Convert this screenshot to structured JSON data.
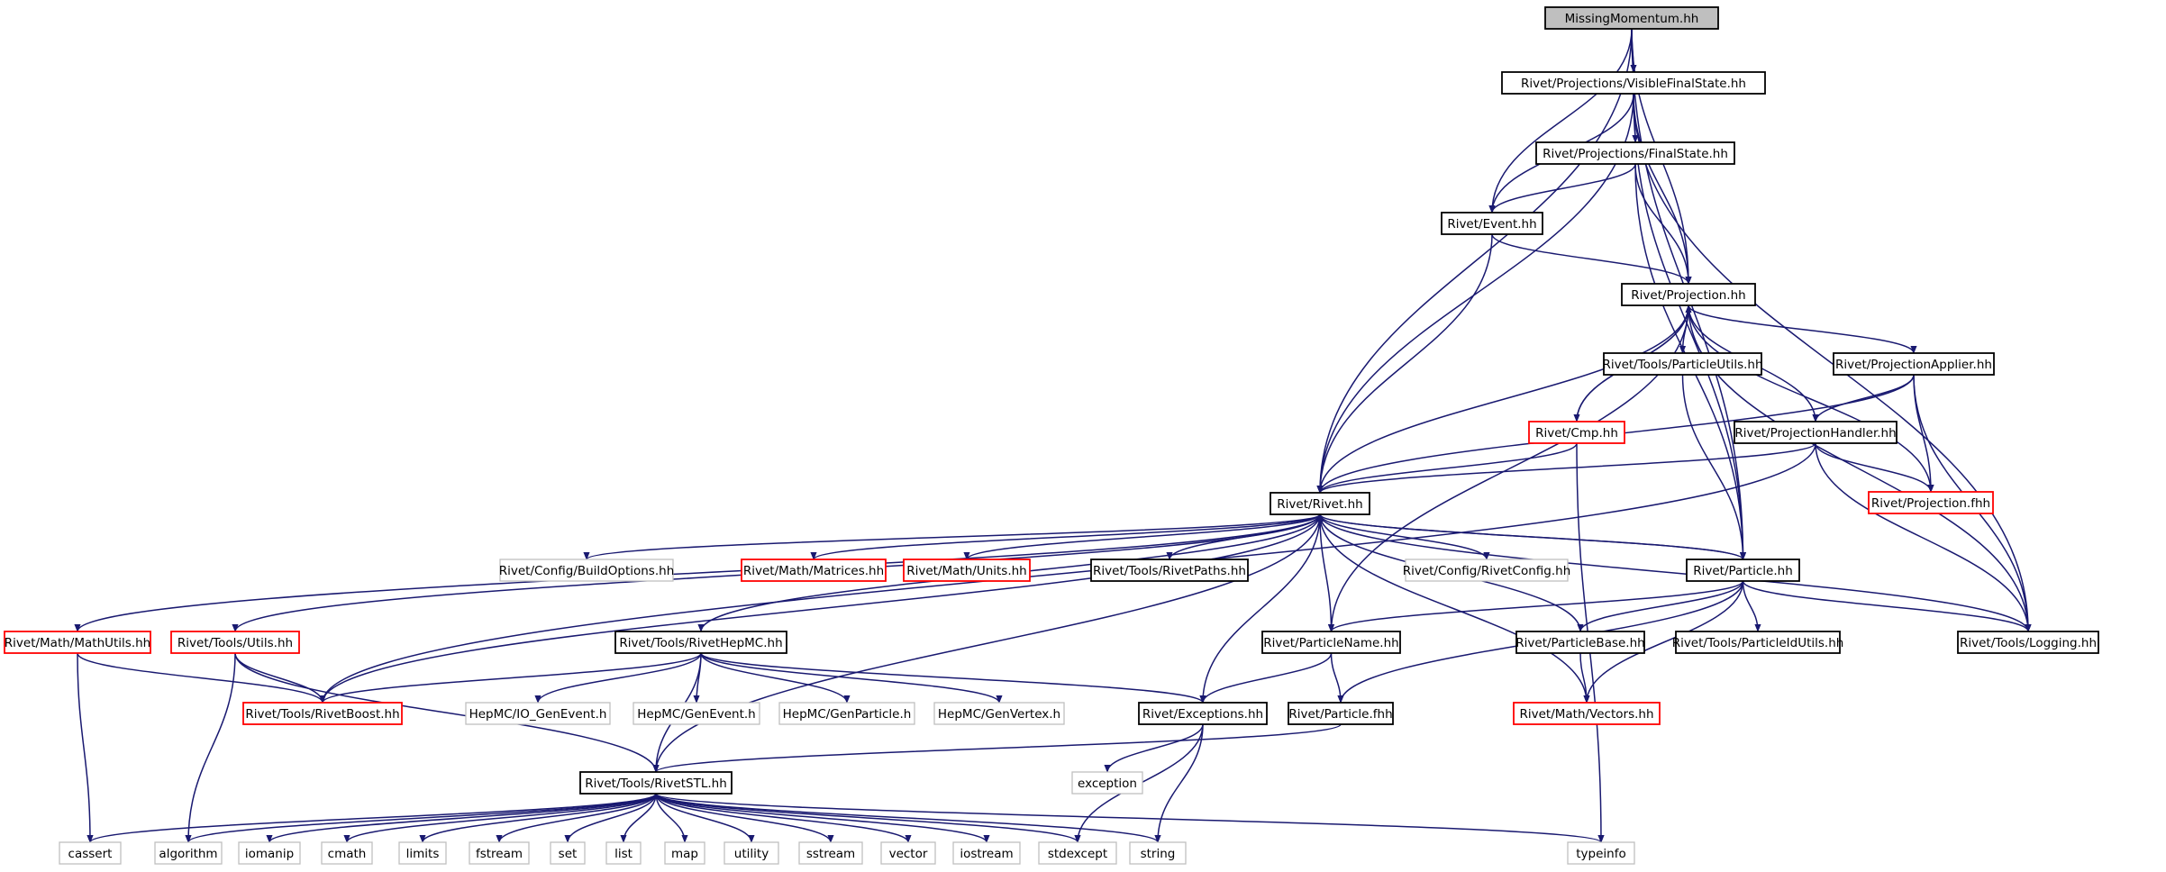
{
  "colors": {
    "edge": "#191970",
    "external": "#ff0000",
    "system": "#bfbfbf",
    "root_fill": "#bfbfbf"
  },
  "nodes": [
    {
      "id": "root",
      "label": "MissingMomentum.hh",
      "style": "root"
    },
    {
      "id": "vfs",
      "label": "Rivet/Projections/VisibleFinalState.hh",
      "style": "black"
    },
    {
      "id": "fs",
      "label": "Rivet/Projections/FinalState.hh",
      "style": "black"
    },
    {
      "id": "event",
      "label": "Rivet/Event.hh",
      "style": "black"
    },
    {
      "id": "proj",
      "label": "Rivet/Projection.hh",
      "style": "black"
    },
    {
      "id": "putils",
      "label": "Rivet/Tools/ParticleUtils.hh",
      "style": "black"
    },
    {
      "id": "papplier",
      "label": "Rivet/ProjectionApplier.hh",
      "style": "black"
    },
    {
      "id": "cmp",
      "label": "Rivet/Cmp.hh",
      "style": "red"
    },
    {
      "id": "phandler",
      "label": "Rivet/ProjectionHandler.hh",
      "style": "black"
    },
    {
      "id": "projfhh",
      "label": "Rivet/Projection.fhh",
      "style": "red"
    },
    {
      "id": "rivet",
      "label": "Rivet/Rivet.hh",
      "style": "black"
    },
    {
      "id": "buildopts",
      "label": "Rivet/Config/BuildOptions.hh",
      "style": "gray"
    },
    {
      "id": "matrices",
      "label": "Rivet/Math/Matrices.hh",
      "style": "red"
    },
    {
      "id": "units",
      "label": "Rivet/Math/Units.hh",
      "style": "red"
    },
    {
      "id": "rivetpaths",
      "label": "Rivet/Tools/RivetPaths.hh",
      "style": "black"
    },
    {
      "id": "rivetconfig",
      "label": "Rivet/Config/RivetConfig.hh",
      "style": "gray"
    },
    {
      "id": "particle",
      "label": "Rivet/Particle.hh",
      "style": "black"
    },
    {
      "id": "mathutils",
      "label": "Rivet/Math/MathUtils.hh",
      "style": "red"
    },
    {
      "id": "utils",
      "label": "Rivet/Tools/Utils.hh",
      "style": "red"
    },
    {
      "id": "hepmc",
      "label": "Rivet/Tools/RivetHepMC.hh",
      "style": "black"
    },
    {
      "id": "pname",
      "label": "Rivet/ParticleName.hh",
      "style": "black"
    },
    {
      "id": "pbase",
      "label": "Rivet/ParticleBase.hh",
      "style": "black"
    },
    {
      "id": "pidutils",
      "label": "Rivet/Tools/ParticleIdUtils.hh",
      "style": "black"
    },
    {
      "id": "logging",
      "label": "Rivet/Tools/Logging.hh",
      "style": "black"
    },
    {
      "id": "boost",
      "label": "Rivet/Tools/RivetBoost.hh",
      "style": "red"
    },
    {
      "id": "iogenevent",
      "label": "HepMC/IO_GenEvent.h",
      "style": "gray"
    },
    {
      "id": "genevent",
      "label": "HepMC/GenEvent.h",
      "style": "gray"
    },
    {
      "id": "genparticle",
      "label": "HepMC/GenParticle.h",
      "style": "gray"
    },
    {
      "id": "genvertex",
      "label": "HepMC/GenVertex.h",
      "style": "gray"
    },
    {
      "id": "exceptions",
      "label": "Rivet/Exceptions.hh",
      "style": "black"
    },
    {
      "id": "pfhh",
      "label": "Rivet/Particle.fhh",
      "style": "black"
    },
    {
      "id": "vectors",
      "label": "Rivet/Math/Vectors.hh",
      "style": "red"
    },
    {
      "id": "exception",
      "label": "exception",
      "style": "gray"
    },
    {
      "id": "stl",
      "label": "Rivet/Tools/RivetSTL.hh",
      "style": "black"
    },
    {
      "id": "cassert",
      "label": "cassert",
      "style": "gray"
    },
    {
      "id": "algorithm",
      "label": "algorithm",
      "style": "gray"
    },
    {
      "id": "iomanip",
      "label": "iomanip",
      "style": "gray"
    },
    {
      "id": "cmath",
      "label": "cmath",
      "style": "gray"
    },
    {
      "id": "limits",
      "label": "limits",
      "style": "gray"
    },
    {
      "id": "fstream",
      "label": "fstream",
      "style": "gray"
    },
    {
      "id": "set",
      "label": "set",
      "style": "gray"
    },
    {
      "id": "list",
      "label": "list",
      "style": "gray"
    },
    {
      "id": "map",
      "label": "map",
      "style": "gray"
    },
    {
      "id": "utility",
      "label": "utility",
      "style": "gray"
    },
    {
      "id": "sstream",
      "label": "sstream",
      "style": "gray"
    },
    {
      "id": "vector",
      "label": "vector",
      "style": "gray"
    },
    {
      "id": "iostream",
      "label": "iostream",
      "style": "gray"
    },
    {
      "id": "stdexcept",
      "label": "stdexcept",
      "style": "gray"
    },
    {
      "id": "string",
      "label": "string",
      "style": "gray"
    },
    {
      "id": "typeinfo",
      "label": "typeinfo",
      "style": "gray"
    }
  ],
  "edges": [
    [
      "root",
      "vfs"
    ],
    [
      "root",
      "event"
    ],
    [
      "root",
      "proj"
    ],
    [
      "root",
      "rivet"
    ],
    [
      "root",
      "particle"
    ],
    [
      "vfs",
      "fs"
    ],
    [
      "vfs",
      "event"
    ],
    [
      "vfs",
      "proj"
    ],
    [
      "vfs",
      "rivet"
    ],
    [
      "vfs",
      "particle"
    ],
    [
      "vfs",
      "logging"
    ],
    [
      "fs",
      "event"
    ],
    [
      "fs",
      "proj"
    ],
    [
      "fs",
      "particle"
    ],
    [
      "event",
      "proj"
    ],
    [
      "event",
      "rivet"
    ],
    [
      "proj",
      "putils"
    ],
    [
      "proj",
      "papplier"
    ],
    [
      "proj",
      "cmp"
    ],
    [
      "proj",
      "phandler"
    ],
    [
      "proj",
      "projfhh"
    ],
    [
      "proj",
      "rivet"
    ],
    [
      "proj",
      "logging"
    ],
    [
      "proj",
      "pname"
    ],
    [
      "cmp",
      "proj"
    ],
    [
      "cmp",
      "rivet"
    ],
    [
      "cmp",
      "typeinfo"
    ],
    [
      "papplier",
      "phandler"
    ],
    [
      "papplier",
      "projfhh"
    ],
    [
      "papplier",
      "rivet"
    ],
    [
      "papplier",
      "logging"
    ],
    [
      "phandler",
      "projfhh"
    ],
    [
      "phandler",
      "rivet"
    ],
    [
      "phandler",
      "logging"
    ],
    [
      "phandler",
      "boost"
    ],
    [
      "putils",
      "particle"
    ],
    [
      "rivet",
      "buildopts"
    ],
    [
      "rivet",
      "matrices"
    ],
    [
      "rivet",
      "units"
    ],
    [
      "rivet",
      "rivetpaths"
    ],
    [
      "rivet",
      "rivetconfig"
    ],
    [
      "rivet",
      "particle"
    ],
    [
      "rivet",
      "mathutils"
    ],
    [
      "rivet",
      "utils"
    ],
    [
      "rivet",
      "hepmc"
    ],
    [
      "rivet",
      "pname"
    ],
    [
      "rivet",
      "exceptions"
    ],
    [
      "rivet",
      "vectors"
    ],
    [
      "rivet",
      "boost"
    ],
    [
      "rivet",
      "stl"
    ],
    [
      "particle",
      "rivet"
    ],
    [
      "particle",
      "pname"
    ],
    [
      "particle",
      "pbase"
    ],
    [
      "particle",
      "pidutils"
    ],
    [
      "particle",
      "pfhh"
    ],
    [
      "particle",
      "vectors"
    ],
    [
      "particle",
      "logging"
    ],
    [
      "pbase",
      "rivet"
    ],
    [
      "pbase",
      "vectors"
    ],
    [
      "logging",
      "rivet"
    ],
    [
      "mathutils",
      "boost"
    ],
    [
      "mathutils",
      "cassert"
    ],
    [
      "utils",
      "boost"
    ],
    [
      "utils",
      "algorithm"
    ],
    [
      "utils",
      "stl"
    ],
    [
      "hepmc",
      "boost"
    ],
    [
      "hepmc",
      "iogenevent"
    ],
    [
      "hepmc",
      "genevent"
    ],
    [
      "hepmc",
      "genparticle"
    ],
    [
      "hepmc",
      "genvertex"
    ],
    [
      "hepmc",
      "exceptions"
    ],
    [
      "hepmc",
      "stl"
    ],
    [
      "pname",
      "exceptions"
    ],
    [
      "pname",
      "pfhh"
    ],
    [
      "exceptions",
      "exception"
    ],
    [
      "exceptions",
      "stdexcept"
    ],
    [
      "exceptions",
      "string"
    ],
    [
      "pfhh",
      "stl"
    ],
    [
      "stl",
      "cassert"
    ],
    [
      "stl",
      "algorithm"
    ],
    [
      "stl",
      "iomanip"
    ],
    [
      "stl",
      "cmath"
    ],
    [
      "stl",
      "limits"
    ],
    [
      "stl",
      "fstream"
    ],
    [
      "stl",
      "set"
    ],
    [
      "stl",
      "list"
    ],
    [
      "stl",
      "map"
    ],
    [
      "stl",
      "utility"
    ],
    [
      "stl",
      "sstream"
    ],
    [
      "stl",
      "vector"
    ],
    [
      "stl",
      "iostream"
    ],
    [
      "stl",
      "stdexcept"
    ],
    [
      "stl",
      "string"
    ],
    [
      "stl",
      "typeinfo"
    ]
  ]
}
